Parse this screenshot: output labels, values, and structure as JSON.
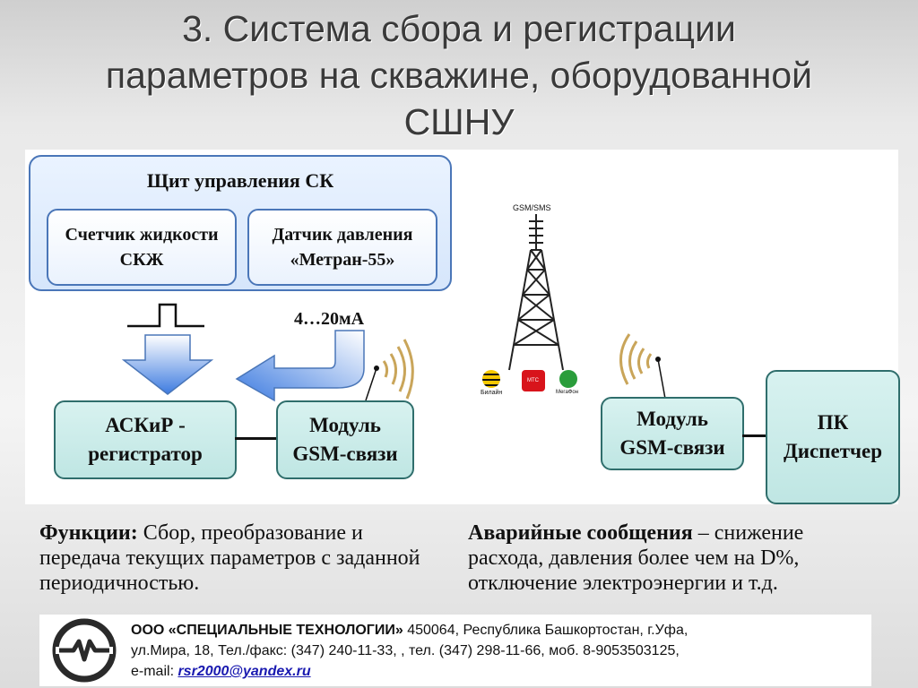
{
  "title": {
    "line1": "3. Система сбора и регистрации",
    "line2": "параметров на скважине, оборудованной",
    "line3": "СШНУ"
  },
  "diagram": {
    "panel_label": "Щит управления СК",
    "counter": {
      "line1": "Счетчик жидкости",
      "line2": "СКЖ"
    },
    "sensor": {
      "line1": "Датчик давления",
      "line2": "«Метран-55»"
    },
    "signal_label": "4…20мА",
    "askir": {
      "line1": "АСКиР -",
      "line2": "регистратор"
    },
    "gsm_left": {
      "line1": "Модуль",
      "line2": "GSM-связи"
    },
    "tower_label": "GSM/SMS",
    "operators": [
      "Билайн",
      "МТС",
      "МегаФон"
    ],
    "gsm_right": {
      "line1": "Модуль",
      "line2": "GSM-связи"
    },
    "pc": {
      "line1": "ПК",
      "line2": "Диспетчер"
    }
  },
  "functions": {
    "heading": "Функции:",
    "text": " Сбор, преобразование и передача текущих параметров с заданной периодичностью."
  },
  "alarms": {
    "heading": "Аварийные сообщения",
    "text": " – снижение расхода, давления более чем на D%, отключение электроэнергии и т.д."
  },
  "footer": {
    "company": "ООО «СПЕЦИАЛЬНЫЕ ТЕХНОЛОГИИ»",
    "address1": " 450064, Республика Башкортостан, г.Уфа,",
    "address2": "ул.Мира, 18, Тел./факс: (347) 240-11-33, , тел. (347) 298-11-66, моб. 8-9053503125,",
    "email_label": "e-mail: ",
    "email": "rsr2000@yandex.ru"
  },
  "colors": {
    "panel_border": "#4a76b8",
    "module_fill": "#bfe6e3",
    "arrow_blue": "#3d7be0"
  }
}
